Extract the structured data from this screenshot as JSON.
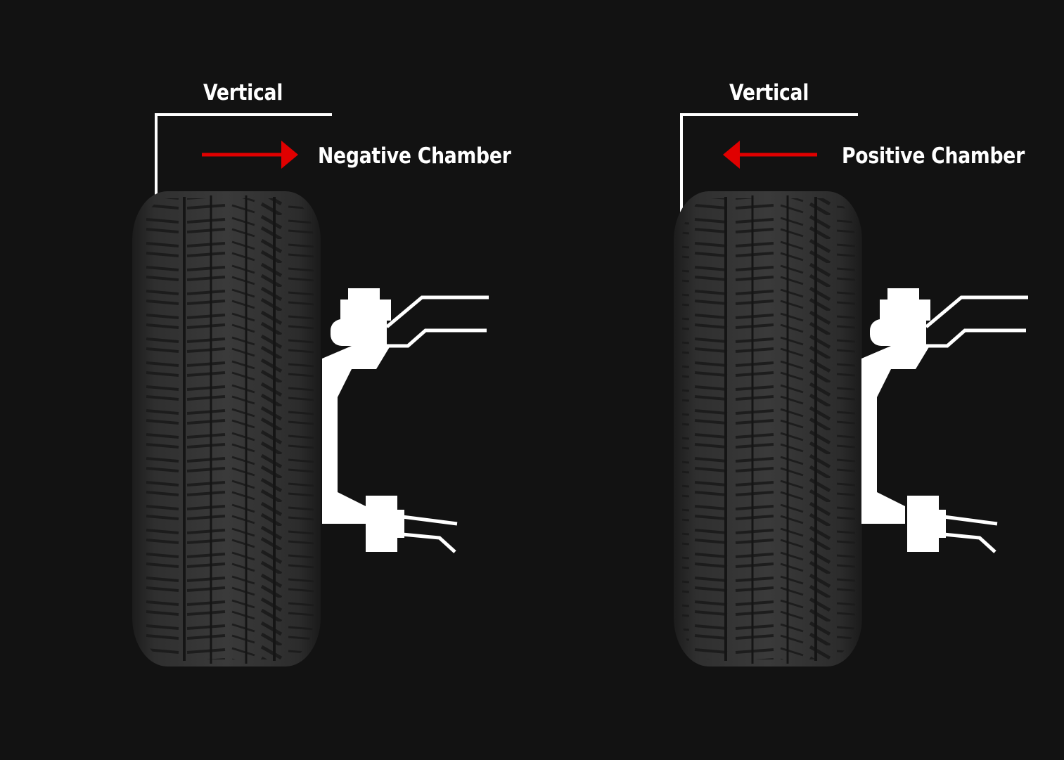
{
  "panels": [
    {
      "vertical_label": "Vertical",
      "camber_label": "Negative Chamber",
      "arrow_direction": "right"
    },
    {
      "vertical_label": "Vertical",
      "camber_label": "Positive Chamber",
      "arrow_direction": "left"
    }
  ],
  "colors": {
    "background": "#121212",
    "arrow": "#e00000",
    "lines": "#ffffff",
    "tire": "#2a2a2a",
    "tread": "#3f3f3f"
  },
  "icons": [
    "tire-icon",
    "suspension-knuckle-icon",
    "arrow-right-icon",
    "arrow-left-icon"
  ]
}
